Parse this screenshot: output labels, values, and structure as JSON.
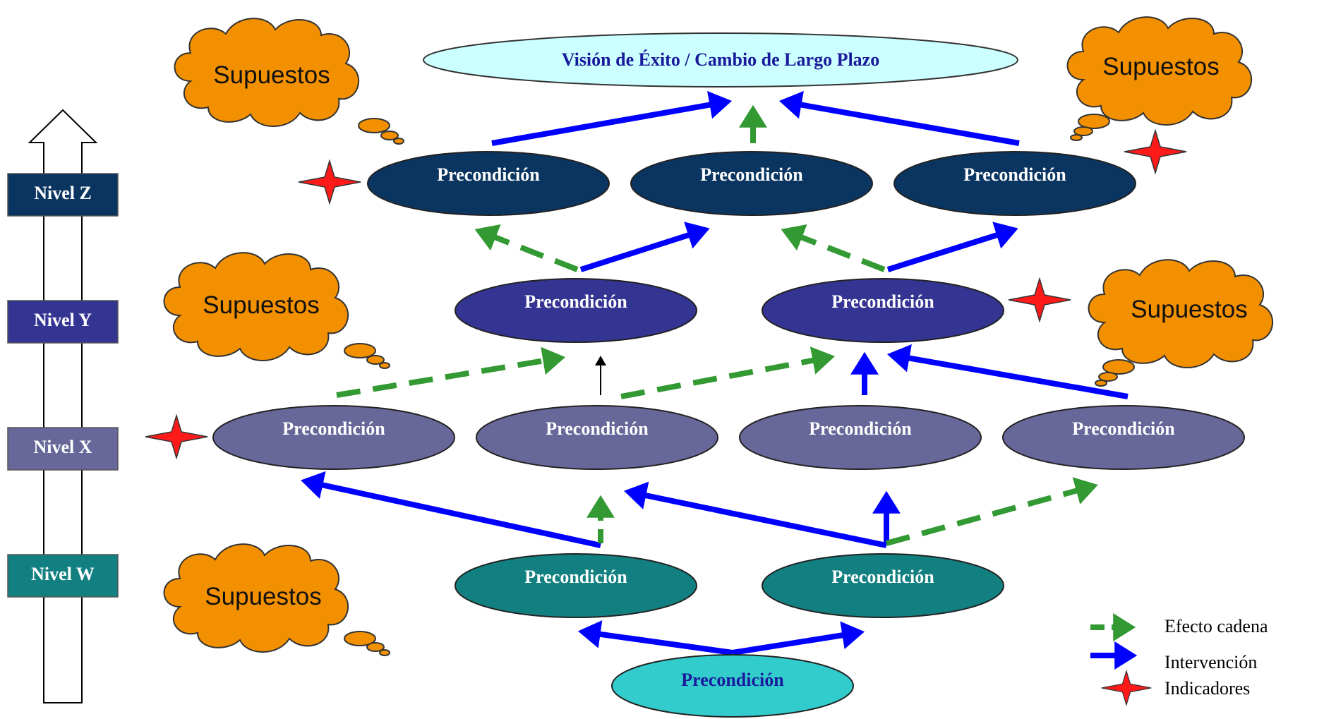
{
  "vision": {
    "label": "Visión de Éxito / Cambio de Largo Plazo"
  },
  "levels": [
    {
      "id": "z",
      "label": "Nivel Z",
      "color": "#0b3561"
    },
    {
      "id": "y",
      "label": "Nivel Y",
      "color": "#343493"
    },
    {
      "id": "x",
      "label": "Nivel X",
      "color": "#67679a"
    },
    {
      "id": "w",
      "label": "Nivel W",
      "color": "#128080"
    }
  ],
  "nodes": {
    "z1": "Precondición",
    "z2": "Precondición",
    "z3": "Precondición",
    "y1": "Precondición",
    "y2": "Precondición",
    "x1": "Precondición",
    "x2": "Precondición",
    "x3": "Precondición",
    "x4": "Precondición",
    "w1": "Precondición",
    "w2": "Precondición",
    "base": "Precondición"
  },
  "assumptions": {
    "top_left": "Supuestos",
    "top_right": "Supuestos",
    "mid_left": "Supuestos",
    "mid_right": "Supuestos",
    "bottom_left": "Supuestos"
  },
  "legend": {
    "chain_effect": "Efecto cadena",
    "intervention": "Intervención",
    "indicators": "Indicadores"
  },
  "colors": {
    "intervention": "#0000ff",
    "chain_effect": "#339933",
    "indicator": "#ff0000",
    "cloud": "#f39000",
    "vision_fill": "#ccffff",
    "base_fill": "#33cccc",
    "base_text": "#1a1a9c",
    "vision_text": "#1a1a9c"
  }
}
